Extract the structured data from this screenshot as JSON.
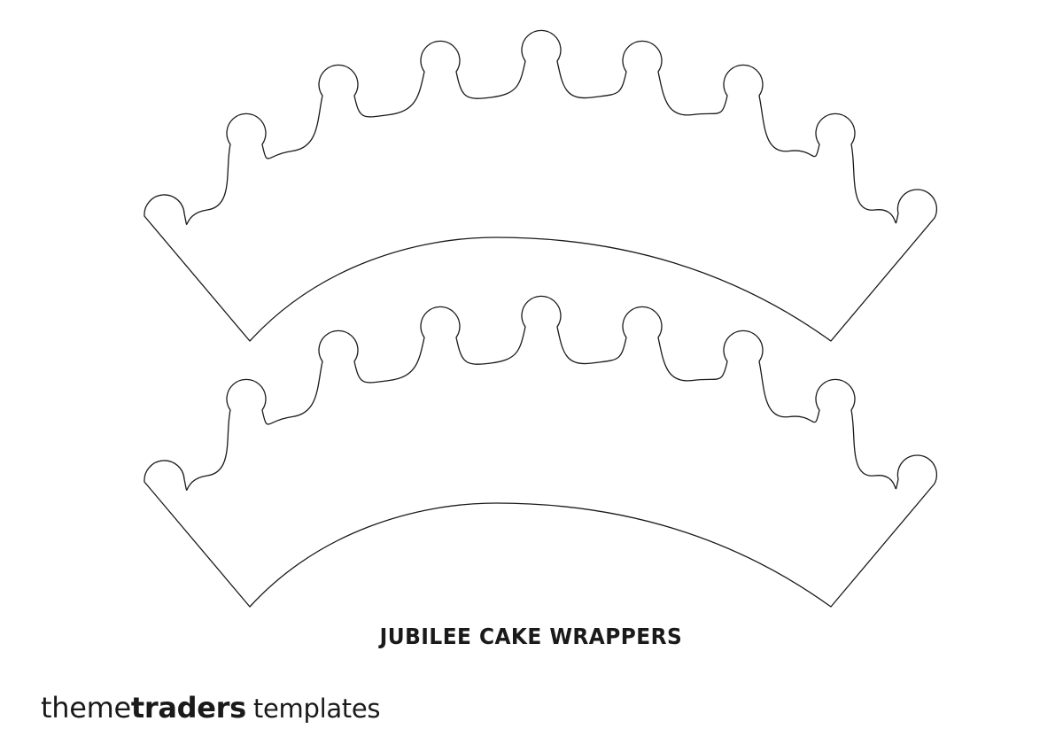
{
  "template": {
    "title": "JUBILEE CAKE WRAPPERS",
    "outline_color": "#1a1a1a",
    "wrapper_count": 2
  },
  "brand": {
    "name_light": "theme",
    "name_bold": "traders",
    "suffix": "templates",
    "text_color": "#1a1a1a"
  }
}
